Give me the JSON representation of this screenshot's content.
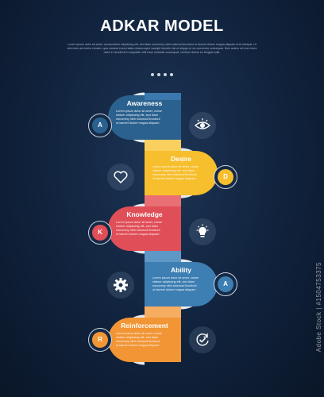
{
  "title": "ADKAR MODEL",
  "intro": "Lorem ipsum dolor sit amet, consectetuer adipiscing elit, sed diam nonummy nibh euismod tincidunt ut laoreet dolore magna aliquam erat volutpat. Ut wisi enim ad minim veniam, quis nostrud exerci tation ullamcorper suscipit lobortis nisl ut aliquip ex ea commodo consequat. Duis autem vel eum iriure dolor in hendrerit in vulputate velit esse molestie consequat, vel illum dolore eu feugiat nulla.",
  "colors": {
    "awareness": "#2b618f",
    "desire": "#f7be2d",
    "knowledge": "#e04e57",
    "ability": "#3d7eb3",
    "reinforcement": "#f29535",
    "connector": "#e4e9ef"
  },
  "steps": [
    {
      "title": "Awareness",
      "letter": "A",
      "icon": "eye-icon",
      "desc": [
        "Lorem ipsum dolor sit amet, conse",
        "ctetuer adipiscing elit, sed diam",
        "nonummy nibh euismod tincidunt",
        "ut laoreet dolore magna aliquam."
      ]
    },
    {
      "title": "Desire",
      "letter": "D",
      "icon": "heart-icon",
      "desc": [
        "Lorem ipsum dolor sit amet, conse",
        "ctetuer adipiscing elit, sed diam",
        "nonummy nibh euismod tincidunt",
        "ut laoreet dolore magna aliquam."
      ]
    },
    {
      "title": "Knowledge",
      "letter": "K",
      "icon": "lightbulb-icon",
      "desc": [
        "Lorem ipsum dolor sit amet, conse",
        "ctetuer adipiscing elit, sed diam",
        "nonummy nibh euismod tincidunt",
        "ut laoreet dolore magna aliquam."
      ]
    },
    {
      "title": "Ability",
      "letter": "A",
      "icon": "gear-icon",
      "desc": [
        "Lorem ipsum dolor sit amet, conse",
        "ctetuer adipiscing elit, sed diam",
        "nonummy nibh euismod tincidunt",
        "ut laoreet dolore magna aliquam."
      ]
    },
    {
      "title": "Reinforcement",
      "letter": "R",
      "icon": "refresh-check-icon",
      "desc": [
        "Lorem ipsum dolor sit amet, conse",
        "ctetuer adipiscing elit, sed diam",
        "nonummy nibh euismod tincidunt",
        "ut laoreet dolore magna aliquam."
      ]
    }
  ],
  "watermark": "Adobe Stock | #1504753375"
}
